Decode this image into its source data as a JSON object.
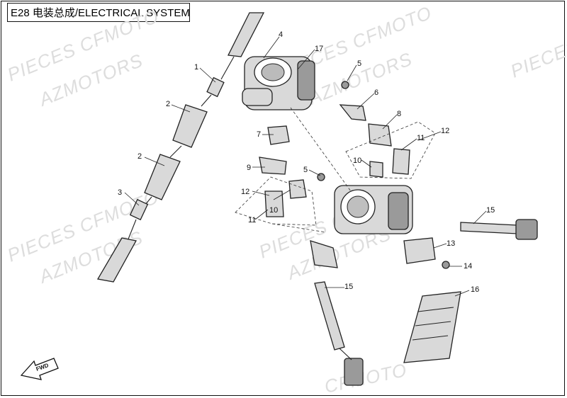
{
  "header": {
    "title": "E28 电装总成/ELECTRICAL SYSTEM"
  },
  "watermarks": [
    "PIECES CFMOTO",
    "AZMOTORS",
    "PIECES CFMOTO",
    "AZMOTORS",
    "PIECES CFMOTO",
    "AZMOTORS",
    "PIECES CFMOTO",
    "AZMOTORS",
    "PIECES",
    "CFMOTO"
  ],
  "callouts": [
    "1",
    "2",
    "2",
    "3",
    "4",
    "17",
    "5",
    "6",
    "8",
    "7",
    "9",
    "12",
    "11",
    "10",
    "5",
    "12",
    "11",
    "10",
    "15",
    "13",
    "14",
    "15",
    "16"
  ],
  "badge": {
    "text": "FWD"
  }
}
